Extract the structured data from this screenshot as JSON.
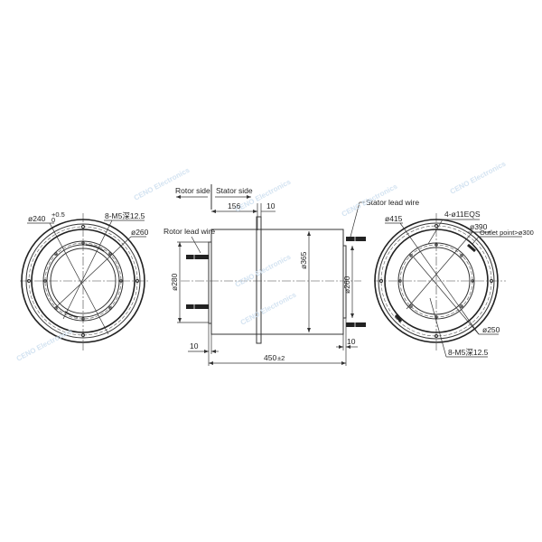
{
  "watermark": "CENO Electronics",
  "left_view": {
    "labels": {
      "bore": "ø240",
      "bore_tol_upper": "+0.5",
      "bore_tol_lower": "0",
      "holes": "8-M5深12.5",
      "pcd": "ø260"
    }
  },
  "side_view": {
    "labels": {
      "rotor_side": "Rotor side",
      "stator_side": "Stator side",
      "rotor_lead_wire": "Rotor lead wire",
      "stator_lead_wire": "Stator lead wire",
      "dim_156": "156",
      "dim_flange": "10",
      "dim_left_step": "10",
      "dim_right_step": "10",
      "dim_total": "450",
      "dim_total_tol": "±2",
      "dia_rotor": "ø280",
      "dia_body": "ø365",
      "dia_stator": "ø260"
    }
  },
  "right_view": {
    "labels": {
      "od": "ø415",
      "mount_holes": "4-ø11EQS",
      "pcd_outer": "ø390",
      "outlet": "Outlet point>ø300",
      "bore": "ø250",
      "holes": "8-M5深12.5"
    }
  }
}
